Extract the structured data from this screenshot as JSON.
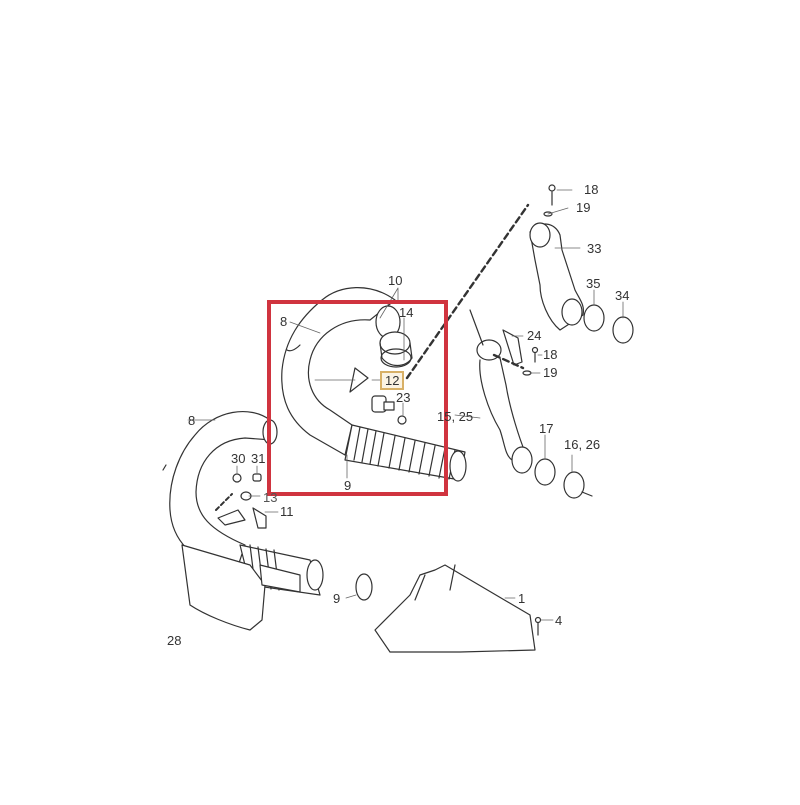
{
  "diagram": {
    "title": "Air intake hose / air filter housing exploded parts diagram",
    "highlight_color": "#d0343f",
    "highlighted_part": "12",
    "badge_border_color": "#d8b066",
    "labels": {
      "p1": "1",
      "p4": "4",
      "p8a": "8",
      "p8b": "8",
      "p9a": "9",
      "p9b": "9",
      "p10": "10",
      "p11": "11",
      "p12": "12",
      "p13": "13",
      "p14": "14",
      "p15_25": "15, 25",
      "p16_26": "16, 26",
      "p17": "17",
      "p18a": "18",
      "p18b": "18",
      "p19a": "19",
      "p19b": "19",
      "p23": "23",
      "p24": "24",
      "p28": "28",
      "p30": "30",
      "p31": "31",
      "p33": "33",
      "p34": "34",
      "p35": "35"
    }
  }
}
